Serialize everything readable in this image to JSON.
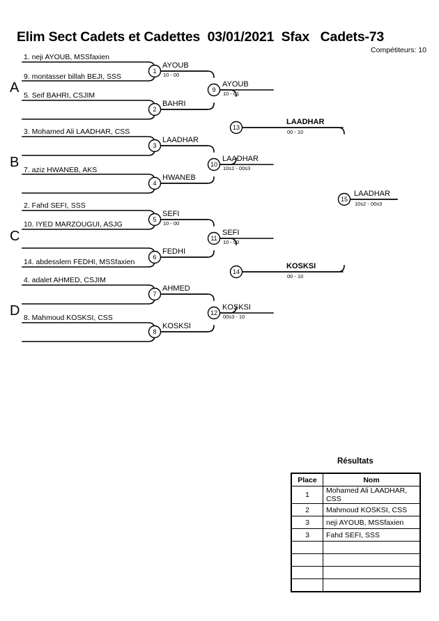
{
  "header": {
    "title": "Elim Sect Cadets et Cadettes  03/01/2021  Sfax   Cadets-73",
    "competitors_label": "Compétiteurs: 10"
  },
  "groups": [
    {
      "letter": "A"
    },
    {
      "letter": "B"
    },
    {
      "letter": "C"
    },
    {
      "letter": "D"
    }
  ],
  "entrants": [
    {
      "label": "1. neji AYOUB, MSSfaxien"
    },
    {
      "label": "9. montasser billah BEJI, SSS"
    },
    {
      "label": "5. Seif BAHRI, CSJIM"
    },
    {
      "label": "3. Mohamed Ali LAADHAR, CSS"
    },
    {
      "label": "7. aziz HWANEB, AKS"
    },
    {
      "label": "2. Fahd SEFI, SSS"
    },
    {
      "label": "10. IYED MARZOUGUI, ASJG"
    },
    {
      "label": "14. abdesslem FEDHI, MSSfaxien"
    },
    {
      "label": "4. adalet AHMED, CSJIM"
    },
    {
      "label": "8. Mahmoud KOSKSI, CSS"
    }
  ],
  "matches": [
    {
      "number": "1",
      "winner": "AYOUB",
      "score": "10 - 00",
      "bold": false
    },
    {
      "number": "2",
      "winner": "BAHRI",
      "score": "",
      "bold": false
    },
    {
      "number": "3",
      "winner": "LAADHAR",
      "score": "",
      "bold": false
    },
    {
      "number": "4",
      "winner": "HWANEB",
      "score": "",
      "bold": false
    },
    {
      "number": "5",
      "winner": "SEFI",
      "score": "10 - 00",
      "bold": false
    },
    {
      "number": "6",
      "winner": "FEDHI",
      "score": "",
      "bold": false
    },
    {
      "number": "7",
      "winner": "AHMED",
      "score": "",
      "bold": false
    },
    {
      "number": "8",
      "winner": "KOSKSI",
      "score": "",
      "bold": false
    },
    {
      "number": "9",
      "winner": "AYOUB",
      "score": "10 - 01",
      "bold": false
    },
    {
      "number": "10",
      "winner": "LAADHAR",
      "score": "10s1 - 00s3",
      "bold": false
    },
    {
      "number": "11",
      "winner": "SEFI",
      "score": "10 - 00",
      "bold": false
    },
    {
      "number": "12",
      "winner": "KOSKSI",
      "score": "00s3 - 10",
      "bold": false
    },
    {
      "number": "13",
      "winner": "LAADHAR",
      "score": "00 - 10",
      "bold": true
    },
    {
      "number": "14",
      "winner": "KOSKSI",
      "score": "00 - 10",
      "bold": true
    },
    {
      "number": "15",
      "winner": "LAADHAR",
      "score": "10s2 - 00s3",
      "bold": false
    }
  ],
  "results": {
    "title": "Résultats",
    "columns": [
      "Place",
      "Nom"
    ],
    "rows": [
      {
        "place": "1",
        "nom": "Mohamed Ali LAADHAR, CSS"
      },
      {
        "place": "2",
        "nom": "Mahmoud KOSKSI, CSS"
      },
      {
        "place": "3",
        "nom": "neji AYOUB, MSSfaxien"
      },
      {
        "place": "3",
        "nom": "Fahd SEFI, SSS"
      },
      {
        "place": "",
        "nom": ""
      },
      {
        "place": "",
        "nom": ""
      },
      {
        "place": "",
        "nom": ""
      },
      {
        "place": "",
        "nom": ""
      }
    ]
  }
}
